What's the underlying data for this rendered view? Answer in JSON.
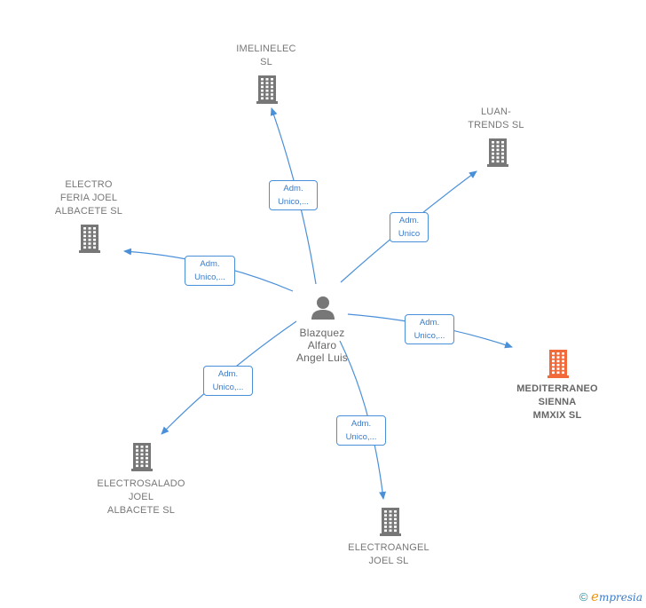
{
  "colors": {
    "edge": "#4a90d9",
    "company_icon": "#777777",
    "main_company_icon": "#f26a3a",
    "person_icon": "#777777"
  },
  "person": {
    "name": "Blazquez\nAlfaro\nAngel Luis",
    "icon": "person-icon"
  },
  "companies": [
    {
      "id": "imelinelec",
      "name": "IMELINELEC\nSL",
      "main": false,
      "icon": "building-icon"
    },
    {
      "id": "luan",
      "name": "LUAN-\nTRENDS  SL",
      "main": false,
      "icon": "building-icon"
    },
    {
      "id": "electro-feria",
      "name": "ELECTRO\nFERIA JOEL\nALBACETE  SL",
      "main": false,
      "icon": "building-icon"
    },
    {
      "id": "mediterraneo",
      "name": "MEDITERRANEO\nSIENNA\nMMXIX  SL",
      "main": true,
      "icon": "building-icon"
    },
    {
      "id": "electrosalado",
      "name": "ELECTROSALADO\nJOEL\nALBACETE  SL",
      "main": false,
      "icon": "building-icon"
    },
    {
      "id": "electroangel",
      "name": "ELECTROANGEL\nJOEL  SL",
      "main": false,
      "icon": "building-icon"
    }
  ],
  "edges": [
    {
      "to": "imelinelec",
      "label": "Adm.\nUnico,..."
    },
    {
      "to": "luan",
      "label": "Adm.\nUnico"
    },
    {
      "to": "electro-feria",
      "label": "Adm.\nUnico,..."
    },
    {
      "to": "mediterraneo",
      "label": "Adm.\nUnico,..."
    },
    {
      "to": "electrosalado",
      "label": "Adm.\nUnico,..."
    },
    {
      "to": "electroangel",
      "label": "Adm.\nUnico,..."
    }
  ],
  "footer": {
    "copyright": "©",
    "brand_e": "e",
    "brand_rest": "mpresia"
  }
}
